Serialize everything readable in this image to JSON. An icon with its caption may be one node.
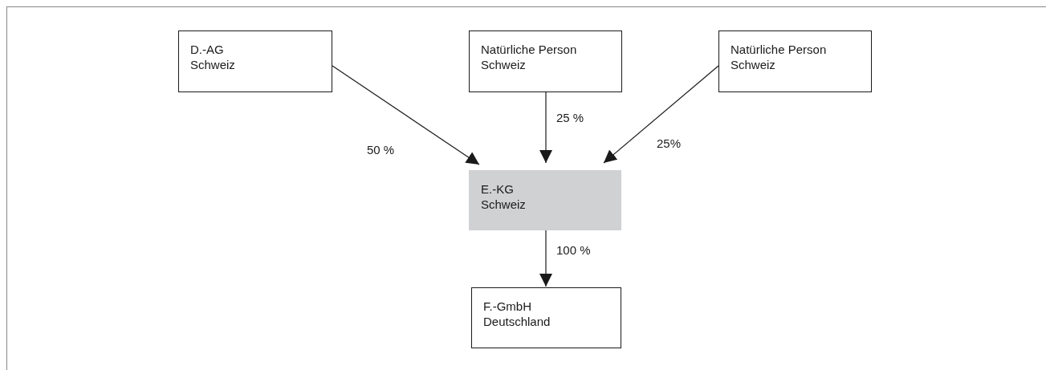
{
  "diagram": {
    "nodes": [
      {
        "text": [
          "D.-AG Schweiz"
        ]
      },
      {
        "text": [
          "Natürliche Person Schweiz"
        ]
      },
      {
        "text": [
          "Natürliche Person Schweiz"
        ]
      },
      {
        "text": [
          "E.-KG Schweiz"
        ]
      },
      {
        "text": [
          "F.-GmbH Deutschland"
        ]
      }
    ],
    "edges": [
      {
        "from": 0,
        "to": 3,
        "arrow": "to",
        "label": "50 %"
      },
      {
        "from": 1,
        "to": 3,
        "arrow": "to",
        "label": "25 %"
      },
      {
        "from": 2,
        "to": 3,
        "arrow": "to",
        "label": "25%"
      },
      {
        "from": 3,
        "to": 4,
        "arrow": "to",
        "label": "100 %"
      }
    ]
  }
}
